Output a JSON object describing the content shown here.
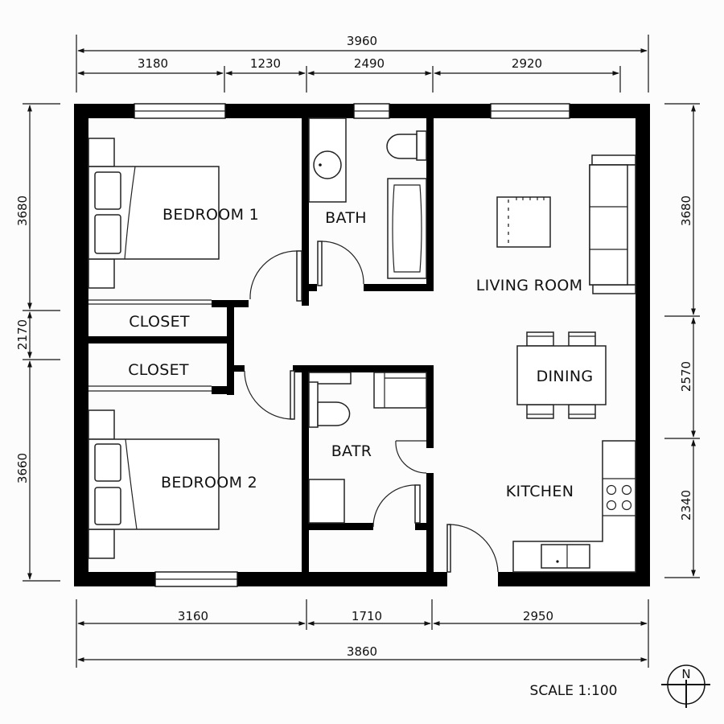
{
  "plan": {
    "scale_label": "SCALE 1:100",
    "north_label": "N",
    "colors": {
      "wall": "#000000",
      "background": "#fcfcfc",
      "line": "#111111"
    }
  },
  "rooms": {
    "bedroom1": "BEDROOM 1",
    "bedroom2": "BEDROOM 2",
    "bath": "BATH",
    "batr": "BATR",
    "closet1": "CLOSET",
    "closet2": "CLOSET",
    "living": "LIVING ROOM",
    "dining": "DINING",
    "kitchen": "KITCHEN"
  },
  "dimensions": {
    "top_overall": "3960",
    "top_segments": [
      "3180",
      "1230",
      "2490",
      "2920"
    ],
    "bottom_segments": [
      "3160",
      "1710",
      "2950"
    ],
    "bottom_overall": "3860",
    "left_segments": [
      "3680",
      "2170",
      "3660"
    ],
    "right_segments": [
      "3680",
      "2570",
      "2340"
    ]
  }
}
